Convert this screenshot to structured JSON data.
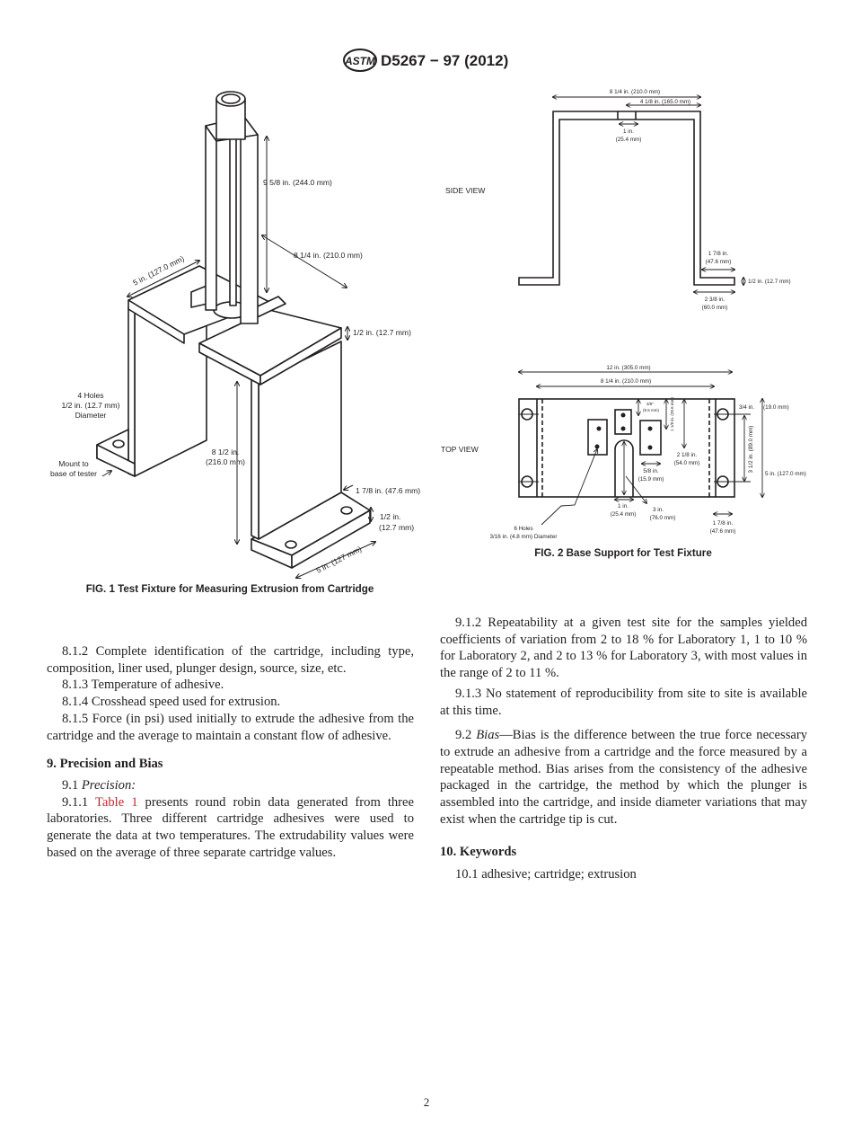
{
  "header": {
    "logo": "ASTM",
    "designation": "D5267 − 97 (2012)"
  },
  "fig1": {
    "caption": "FIG. 1 Test Fixture for Measuring Extrusion from Cartridge",
    "labels": {
      "height_tower": "9 5/8 in. (244.0 mm)",
      "depth_tower": "8 1/4 in. (210.0 mm)",
      "width_top": "5 in. (127.0 mm)",
      "plate_thickness": "1/2 in. (12.7 mm)",
      "holes_1": "4 Holes",
      "holes_2": "1/2 in. (12.7 mm)",
      "holes_3": "Diameter",
      "mount_1": "Mount to",
      "mount_2": "base of tester",
      "leg_height_1": "8 1/2 in.",
      "leg_height_2": "(216.0 mm)",
      "foot_length": "1 7/8 in. (47.6 mm)",
      "foot_thick_1": "1/2 in.",
      "foot_thick_2": "(12.7 mm)",
      "width_bottom": "5 in. (127 mm)"
    }
  },
  "fig2": {
    "caption": "FIG. 2 Base Support for Test Fixture",
    "side_view": {
      "title": "SIDE VIEW",
      "overall": "8 1/4 in. (210.0 mm)",
      "half": "4 1/8 in. (165.0 mm)",
      "slot_1": "1 in.",
      "slot_2": "(25.4 mm)",
      "foot_1": "1 7/8 in.",
      "foot_2": "(47.6 mm)",
      "thick": "1/2 in. (12.7 mm)",
      "flange_1": "2 3/8 in.",
      "flange_2": "(60.0 mm)"
    },
    "top_view": {
      "title": "TOP VIEW",
      "overall": "12 in. (305.0 mm)",
      "inner": "8 1/4 in. (210.0 mm)",
      "edge_1": "3/4 in.",
      "edge_2": "(19.0 mm)",
      "spacing": "3 1/2 in. (89.0 mm)",
      "depth": "5 in. (127.0 mm)",
      "a_1": "3/8\"",
      "a_2": "(9.5 mm)",
      "b": "1 1/8 in. (28.6 mm)",
      "c_1": "2 1/8 in.",
      "c_2": "(54.0 mm)",
      "d_1": "5/8 in.",
      "d_2": "(15.9 mm)",
      "slot_w_1": "1 in.",
      "slot_w_2": "(25.4 mm)",
      "slot_l_1": "3 in.",
      "slot_l_2": "(76.0 mm)",
      "flange_1": "1 7/8 in.",
      "flange_2": "(47.6 mm)",
      "holes_1": "6 Holes",
      "holes_2": "3/16 in. (4.8 mm) Diameter"
    }
  },
  "left_column": {
    "p812": "8.1.2 Complete identification of the cartridge, including type, composition, liner used, plunger design, source, size, etc.",
    "p813": "8.1.3 Temperature of adhesive.",
    "p814": "8.1.4 Crosshead speed used for extrusion.",
    "p815": "8.1.5 Force (in psi) used initially to extrude the adhesive from the cartridge and the average to maintain a constant flow of adhesive.",
    "h9": "9. Precision and Bias",
    "p91_num": "9.1 ",
    "p91_term": "Precision:",
    "p911_num": "9.1.1 ",
    "p911_link": "Table 1",
    "p911_text": " presents round robin data generated from three laboratories. Three different cartridge adhesives were used to generate the data at two temperatures. The extrudability values were based on the average of three separate cartridge values."
  },
  "right_column": {
    "p912": "9.1.2 Repeatability at a given test site for the samples yielded coefficients of variation from 2 to 18 % for Laboratory 1, 1 to 10 % for Laboratory 2, and 2 to 13 % for Laboratory 3, with most values in the range of 2 to 11 %.",
    "p913": "9.1.3 No statement of reproducibility from site to site is available at this time.",
    "p92_num": "9.2 ",
    "p92_term": "Bias",
    "p92_text": "—Bias is the difference between the true force necessary to extrude an adhesive from a cartridge and the force measured by a repeatable method. Bias arises from the consistency of the adhesive packaged in the cartridge, the method by which the plunger is assembled into the cartridge, and inside diameter variations that may exist when the cartridge tip is cut.",
    "h10": "10. Keywords",
    "p101": "10.1 adhesive; cartridge; extrusion"
  },
  "footer": {
    "page_number": "2"
  }
}
